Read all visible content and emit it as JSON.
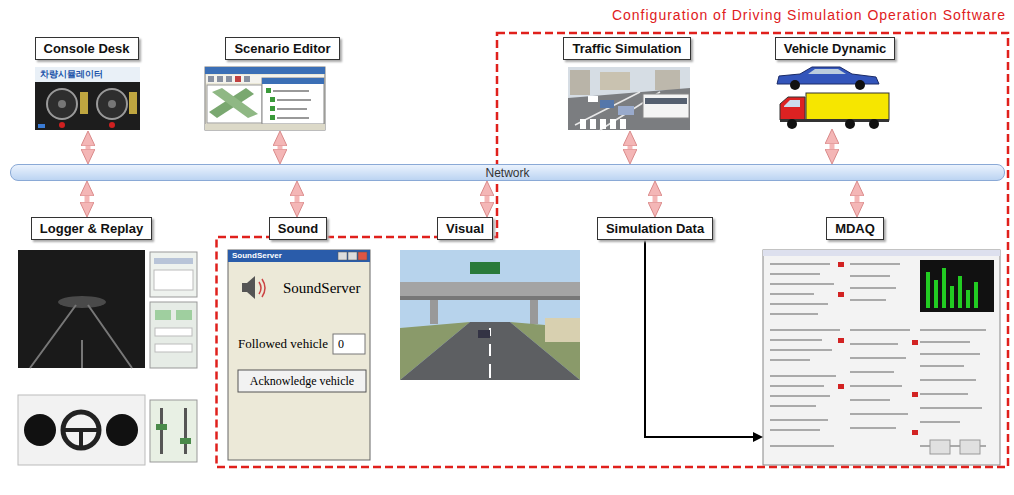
{
  "diagram": {
    "nodes": [
      {
        "text": [
          "Configuration of Driving Simulation Operation Software"
        ]
      },
      {
        "text": [
          "Console Desk"
        ]
      },
      {
        "text": [
          "Scenario Editor"
        ]
      },
      {
        "text": [
          "Traffic Simulation"
        ],
        "in": 0
      },
      {
        "text": [
          "Vehicle Dynamic"
        ],
        "in": 0
      },
      {
        "text": [
          "Network"
        ]
      },
      {
        "text": [
          "Logger & Replay"
        ]
      },
      {
        "text": [
          "Sound"
        ],
        "in": 0
      },
      {
        "text": [
          "Visual"
        ],
        "in": 0
      },
      {
        "text": [
          "Simulation Data"
        ],
        "in": 0
      },
      {
        "text": [
          "MDAQ"
        ],
        "in": 0
      }
    ],
    "edges": [
      {
        "from": 1,
        "to": 5,
        "arrow": "both"
      },
      {
        "from": 2,
        "to": 5,
        "arrow": "both"
      },
      {
        "from": 3,
        "to": 5,
        "arrow": "both"
      },
      {
        "from": 4,
        "to": 5,
        "arrow": "both"
      },
      {
        "from": 5,
        "to": 6,
        "arrow": "both"
      },
      {
        "from": 5,
        "to": 7,
        "arrow": "both"
      },
      {
        "from": 5,
        "to": 8,
        "arrow": "both"
      },
      {
        "from": 5,
        "to": 9,
        "arrow": "both"
      },
      {
        "from": 5,
        "to": 10,
        "arrow": "both"
      },
      {
        "from": 9,
        "to": 10,
        "arrow": "to"
      }
    ],
    "labels": [
      "차량시뮬레이터",
      "SoundServer",
      "SoundServer",
      "Followed vehicle",
      "0",
      "Acknowledge vehicle"
    ]
  }
}
